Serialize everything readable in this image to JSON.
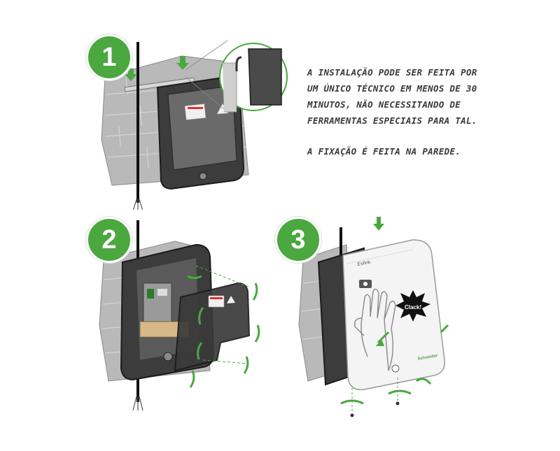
{
  "steps": [
    {
      "number": "1"
    },
    {
      "number": "2"
    },
    {
      "number": "3"
    }
  ],
  "instructions": {
    "paragraph_1": "A INSTALAÇÃO PODE SER FEITA POR\nUM ÚNICO TÉCNICO EM MENOS DE 30\nMINUTOS, NÃO NECESSITANDO DE\nFERRAMENTAS ESPECIAIS PARA TAL.",
    "paragraph_2": "A FIXAÇÃO É FEITA NA PAREDE."
  },
  "device": {
    "brand_label": "Evlink",
    "clack_label": "Clack!",
    "maker_label": "Schneider"
  },
  "colors": {
    "accent_green": "#4aa83f",
    "wall_gray": "#b9b9b9",
    "housing_dark": "#3c3c3c",
    "cover_white": "#f4f4f4"
  }
}
